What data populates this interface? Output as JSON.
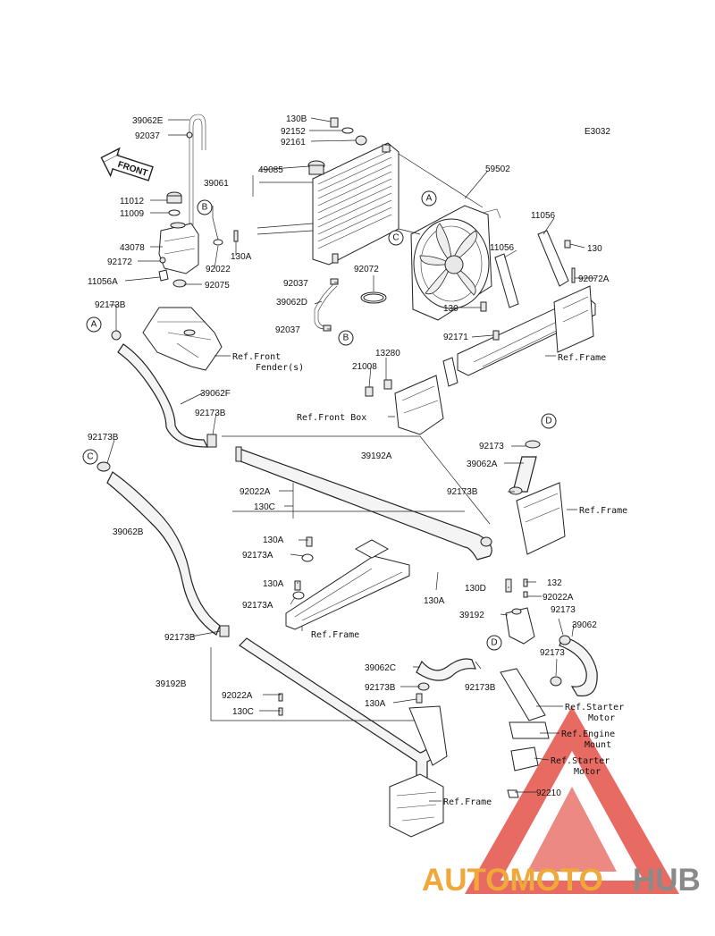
{
  "diagram_code": "E3032",
  "front_arrow_label": "FRONT",
  "watermark": {
    "part1": "AUTOMOTO",
    "part2": "HUB",
    "color_main": "#f1a83a",
    "color_hub": "#8a8a8a",
    "color_triangle": "#e03a2f"
  },
  "callouts": {
    "A": "A",
    "B": "B",
    "C": "C",
    "D": "D"
  },
  "labels": {
    "p39062E": "39062E",
    "p92037a": "92037",
    "p11012": "11012",
    "p11009": "11009",
    "p43078": "43078",
    "p92172": "92172",
    "p11056A": "11056A",
    "p92075": "92075",
    "p92022a": "92022",
    "p130Aa": "130A",
    "p92173Ba": "92173B",
    "p130B": "130B",
    "p92152": "92152",
    "p92161": "92161",
    "p39061": "39061",
    "p49085": "49085",
    "p59502": "59502",
    "p11056a": "11056",
    "p11056b": "11056",
    "p130a": "130",
    "p130b": "130",
    "p92072A": "92072A",
    "p92072": "92072",
    "p92037b": "92037",
    "p39062D": "39062D",
    "p92037c": "92037",
    "p13280": "13280",
    "p21008": "21008",
    "p92171": "92171",
    "p39062F": "39062F",
    "p92173Bb": "92173B",
    "p92173Bc": "92173B",
    "p39192A": "39192A",
    "p92022Ab": "92022A",
    "p130Cb": "130C",
    "p92173a": "92173",
    "p39062A": "39062A",
    "p92173Bd": "92173B",
    "p39062B": "39062B",
    "p130Ac": "130A",
    "p92173Aa": "92173A",
    "p130Ad": "130A",
    "p92173Ab": "92173A",
    "p130Ae": "130A",
    "p130D": "130D",
    "p132": "132",
    "p92022Ac": "92022A",
    "p39192": "39192",
    "p92173b": "92173",
    "p39062": "39062",
    "p92173c": "92173",
    "p92173Be": "92173B",
    "p39192B": "39192B",
    "p92022Ad": "92022A",
    "p130Cc": "130C",
    "p39062C": "39062C",
    "p92173Bf": "92173B",
    "p92173Bg": "92173B",
    "p130Af": "130A",
    "p92210": "92210"
  },
  "references": {
    "front_fender_1": "Ref.Front",
    "front_fender_2": "Fender(s)",
    "frame_top": "Ref.Frame",
    "front_box": "Ref.Front Box",
    "frame_right": "Ref.Frame",
    "frame_mid": "Ref.Frame",
    "starter_1a": "Ref.Starter",
    "starter_1b": "Motor",
    "engine_1": "Ref.Engine",
    "engine_2": "Mount",
    "starter_2a": "Ref.Starter",
    "starter_2b": "Motor",
    "frame_bottom": "Ref.Frame"
  }
}
